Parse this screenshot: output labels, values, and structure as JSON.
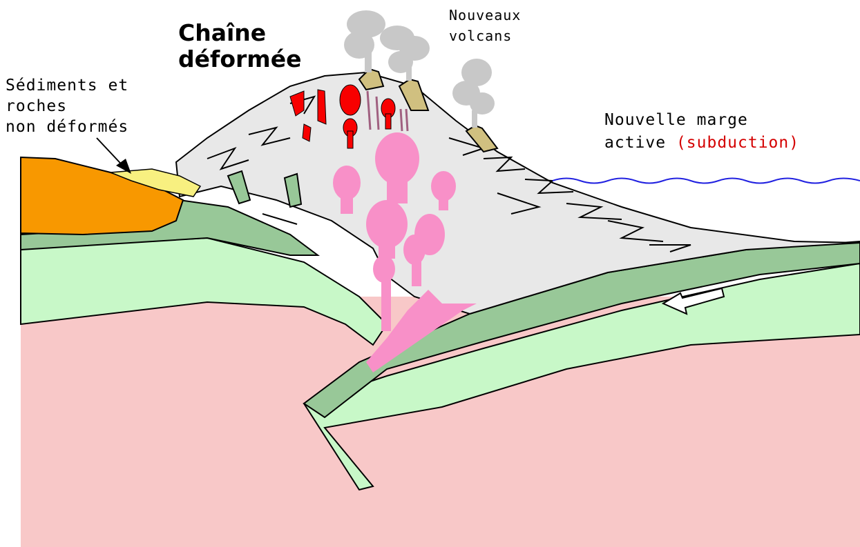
{
  "labels": {
    "chain_title_line1": "Chaîne",
    "chain_title_line2": "déformée",
    "sediments_line1": "Sédiments et",
    "sediments_line2": "roches",
    "sediments_line3": "non déformés",
    "volcans_line1": "Nouveaux",
    "volcans_line2": "volcans",
    "marge_line1": "Nouvelle marge",
    "marge_line2_prefix": "active ",
    "marge_line2_highlight": "(subduction)"
  },
  "colors": {
    "mantle": "#f8c8c8",
    "plate_upper_band": "#98c898",
    "plate_lower_band": "#c8f8c8",
    "chain_grey": "#e8e8e8",
    "sediment_orange": "#f89800",
    "sediment_yellow": "#f8f080",
    "magma_pink": "#f890c8",
    "lava_red": "#f80000",
    "smoke_grey": "#c8c8c8",
    "volcano_tan": "#d0c080",
    "sea_blue": "#2020e0",
    "highlight_red": "#d40000"
  },
  "icons": {
    "arrow": "plate-motion-arrow-icon"
  }
}
